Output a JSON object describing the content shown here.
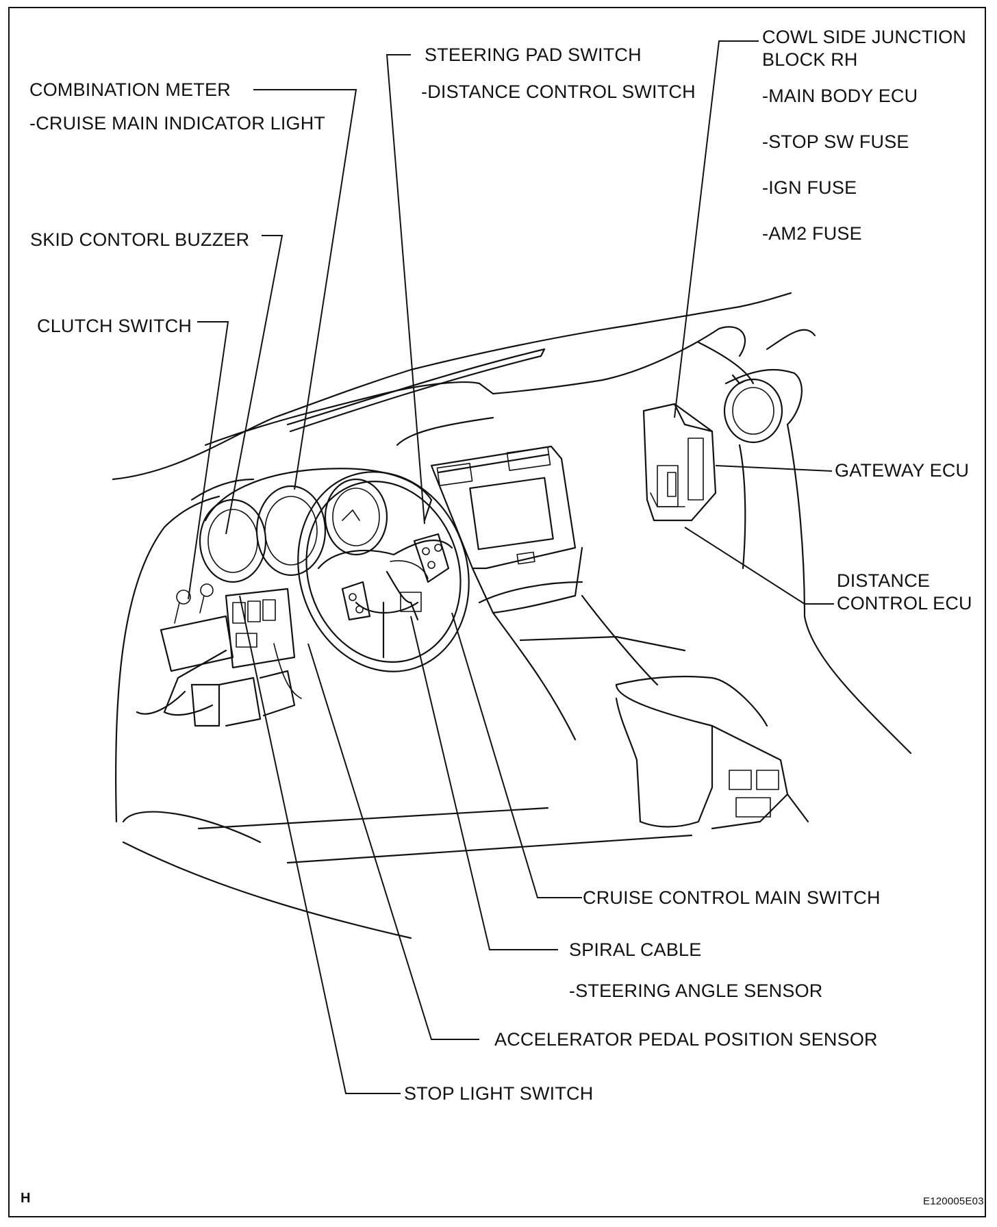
{
  "labels": {
    "steering_pad_switch": "STEERING PAD SWITCH",
    "distance_control_switch": "-DISTANCE CONTROL SWITCH",
    "cowl_side_junction_block_line1": "COWL SIDE JUNCTION",
    "cowl_side_junction_block_line2": "BLOCK RH",
    "main_body_ecu": "-MAIN BODY ECU",
    "stop_sw_fuse": "-STOP SW FUSE",
    "ign_fuse": "-IGN FUSE",
    "am2_fuse": "-AM2 FUSE",
    "combination_meter": "COMBINATION METER",
    "cruise_main_indicator_light": "-CRUISE MAIN INDICATOR LIGHT",
    "skid_control_buzzer": "SKID CONTORL BUZZER",
    "clutch_switch": "CLUTCH SWITCH",
    "gateway_ecu": "GATEWAY ECU",
    "distance_control_ecu_line1": "DISTANCE",
    "distance_control_ecu_line2": "CONTROL ECU",
    "cruise_control_main_switch": "CRUISE CONTROL MAIN SWITCH",
    "spiral_cable": "SPIRAL CABLE",
    "steering_angle_sensor": "-STEERING ANGLE SENSOR",
    "accelerator_pedal_position_sensor": "ACCELERATOR PEDAL POSITION SENSOR",
    "stop_light_switch": "STOP LIGHT SWITCH"
  },
  "corner_mark": "H",
  "figure_code": "E120005E03"
}
